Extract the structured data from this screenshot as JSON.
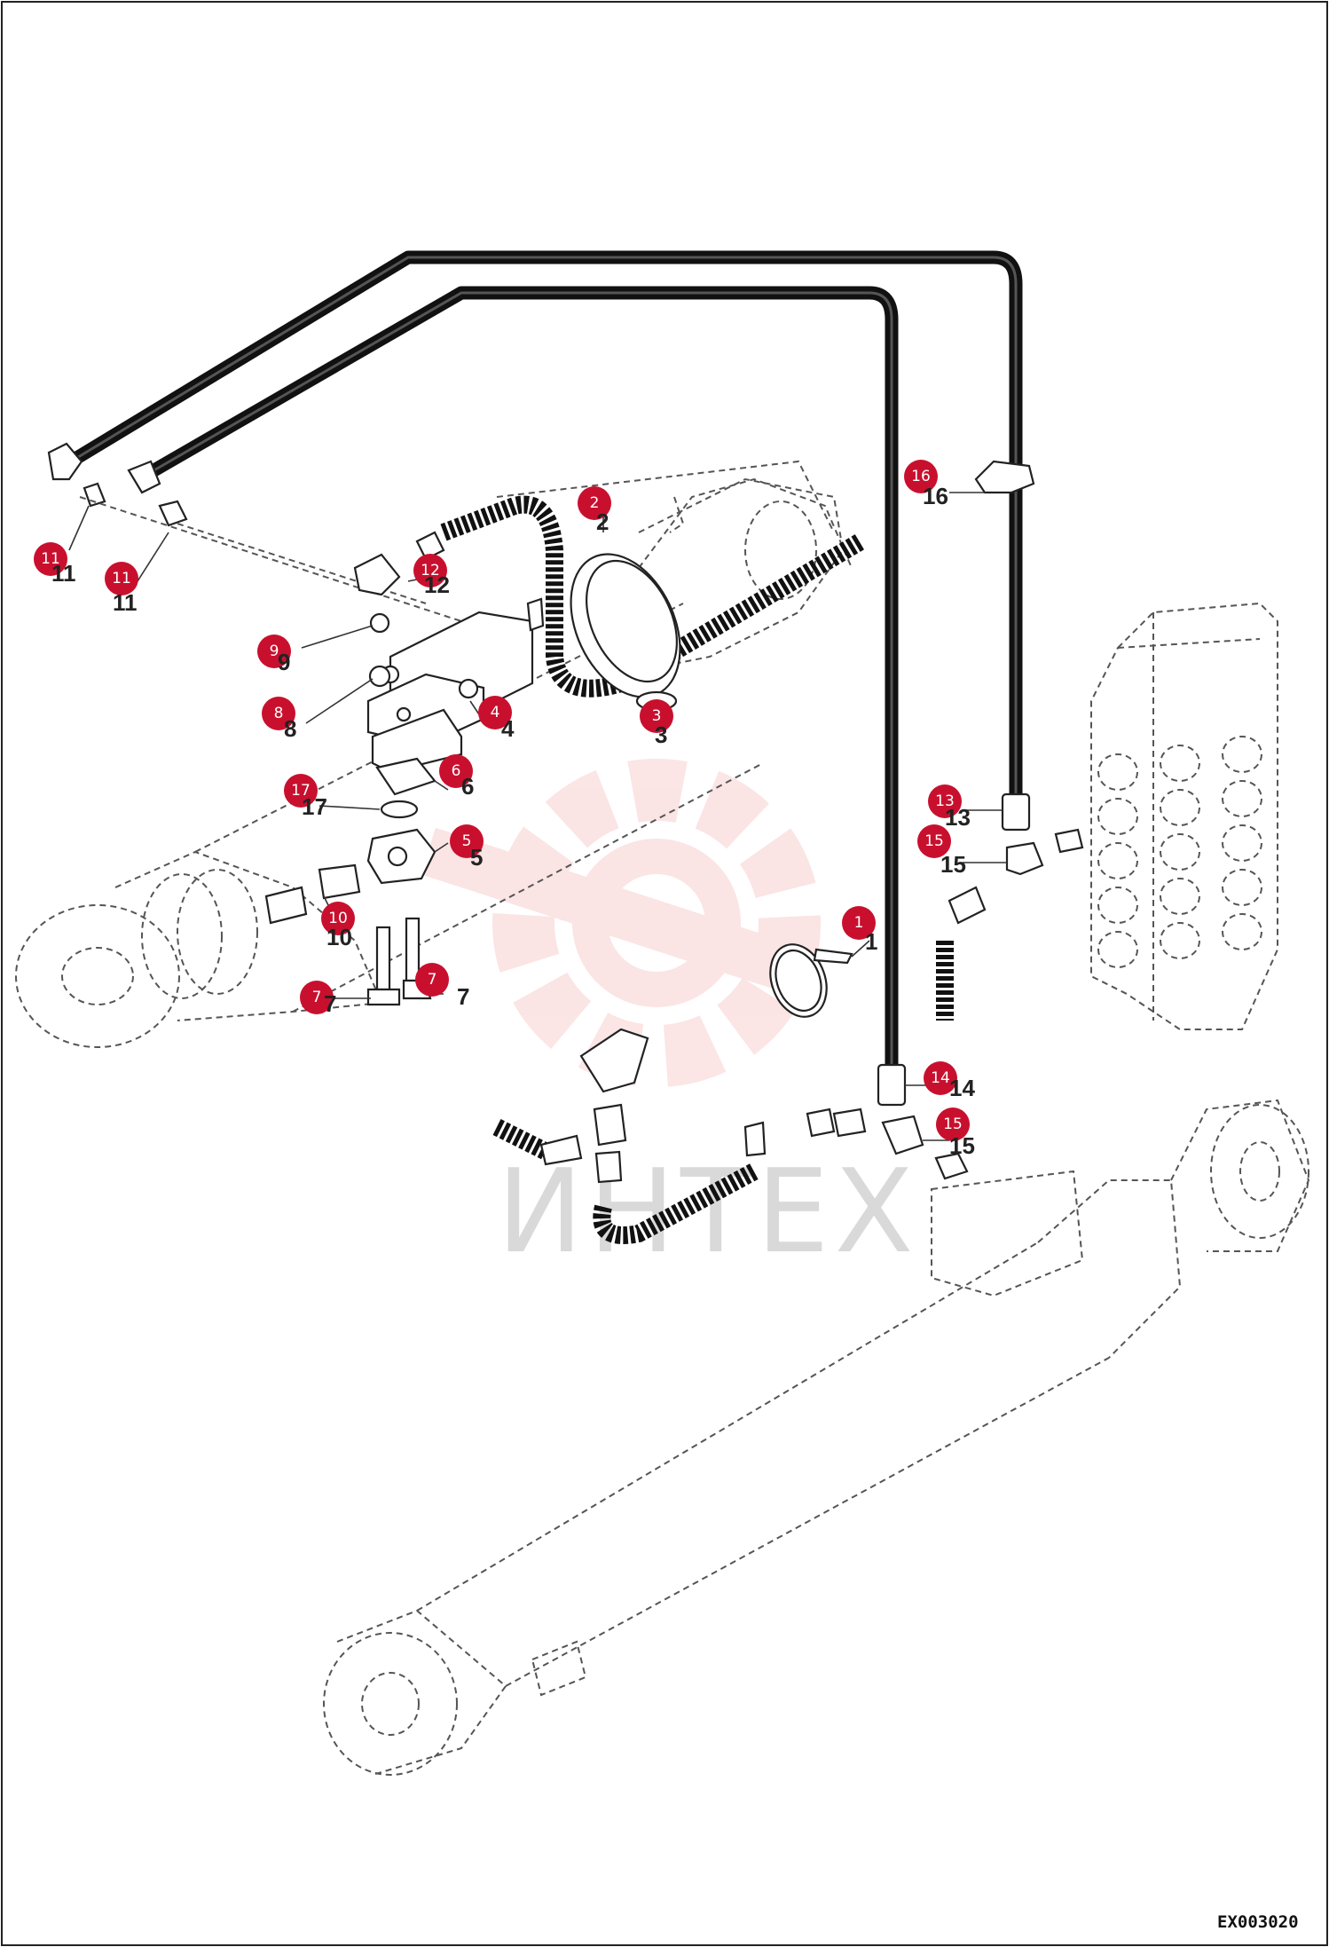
{
  "watermark": {
    "text": "ИНТЕХ",
    "color": "#f4b5b5"
  },
  "drawing_code": "EX003020",
  "badge_color": "#c8102e",
  "callouts": [
    {
      "id": "1",
      "badge": "1",
      "label": "1"
    },
    {
      "id": "2",
      "badge": "2",
      "label": "2"
    },
    {
      "id": "3",
      "badge": "3",
      "label": "3"
    },
    {
      "id": "4",
      "badge": "4",
      "label": "4"
    },
    {
      "id": "5",
      "badge": "5",
      "label": "5"
    },
    {
      "id": "6",
      "badge": "6",
      "label": "6"
    },
    {
      "id": "7a",
      "badge": "7",
      "label": "7"
    },
    {
      "id": "7b",
      "badge": "7",
      "label": "7"
    },
    {
      "id": "8",
      "badge": "8",
      "label": "8"
    },
    {
      "id": "9",
      "badge": "9",
      "label": "9"
    },
    {
      "id": "10",
      "badge": "10",
      "label": "10"
    },
    {
      "id": "11a",
      "badge": "11",
      "label": "11"
    },
    {
      "id": "11b",
      "badge": "11",
      "label": "11"
    },
    {
      "id": "12",
      "badge": "12",
      "label": "12"
    },
    {
      "id": "13",
      "badge": "13",
      "label": "13"
    },
    {
      "id": "14",
      "badge": "14",
      "label": "14"
    },
    {
      "id": "15a",
      "badge": "15",
      "label": "15"
    },
    {
      "id": "15b",
      "badge": "15",
      "label": "15"
    },
    {
      "id": "16",
      "badge": "16",
      "label": "16"
    },
    {
      "id": "17",
      "badge": "17",
      "label": "17"
    }
  ]
}
